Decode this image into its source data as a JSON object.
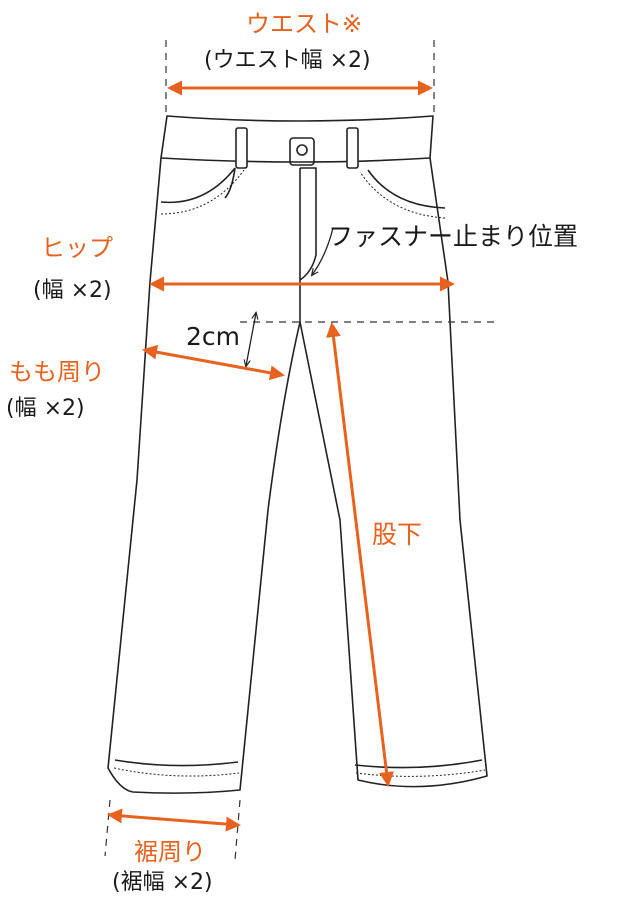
{
  "labels": {
    "waist": "ウエスト※",
    "waist_note": "(ウエスト幅 ×2)",
    "hip": "ヒップ",
    "hip_note": "(幅 ×2)",
    "thigh": "もも周り",
    "thigh_note": "(幅 ×2)",
    "rise_offset": "2cm",
    "zipper_stop": "ファスナー止まり位置",
    "inseam": "股下",
    "hem": "裾周り",
    "hem_note": "(裾幅 ×2)"
  },
  "colors": {
    "accent": "#e8621f",
    "outline": "#222222",
    "text": "#1a1a1a"
  }
}
